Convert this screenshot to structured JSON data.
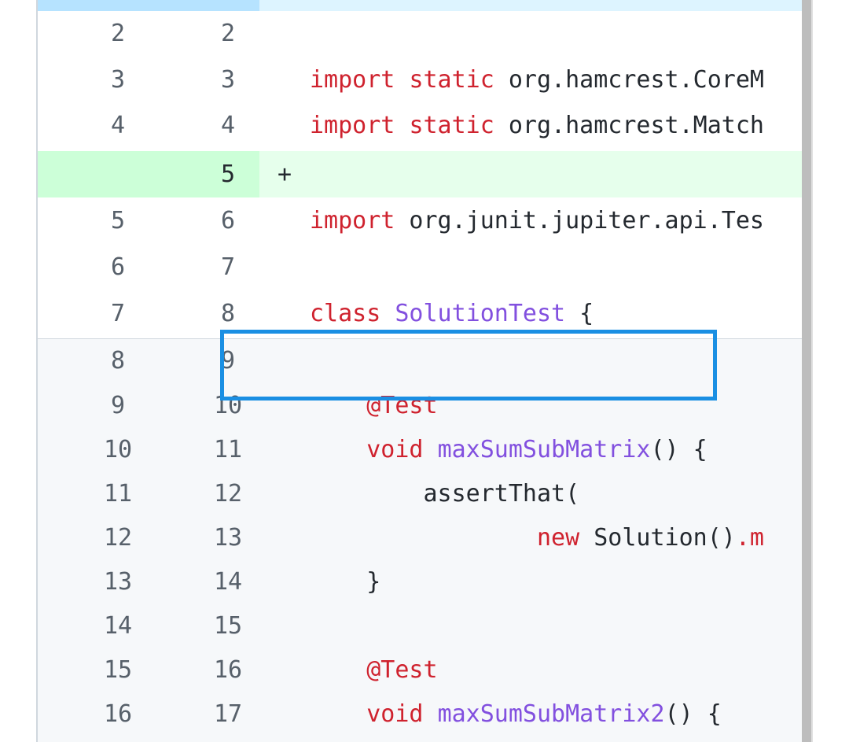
{
  "diff": {
    "rows": [
      {
        "old": "2",
        "new": "2",
        "sign": "",
        "type": "context",
        "tokens": []
      },
      {
        "old": "3",
        "new": "3",
        "sign": "",
        "type": "context",
        "tokens": [
          {
            "t": "import",
            "c": "kw"
          },
          {
            "t": " ",
            "c": "tx"
          },
          {
            "t": "static",
            "c": "kw"
          },
          {
            "t": " org.hamcrest.CoreM",
            "c": "tx"
          }
        ]
      },
      {
        "old": "4",
        "new": "4",
        "sign": "",
        "type": "context",
        "tokens": [
          {
            "t": "import",
            "c": "kw"
          },
          {
            "t": " ",
            "c": "tx"
          },
          {
            "t": "static",
            "c": "kw"
          },
          {
            "t": " org.hamcrest.Match",
            "c": "tx"
          }
        ]
      },
      {
        "old": "",
        "new": "5",
        "sign": "+",
        "type": "added",
        "tokens": []
      },
      {
        "old": "5",
        "new": "6",
        "sign": "",
        "type": "context",
        "tokens": [
          {
            "t": "import",
            "c": "kw"
          },
          {
            "t": " org.junit.jupiter.api.Tes",
            "c": "tx"
          }
        ]
      },
      {
        "old": "6",
        "new": "7",
        "sign": "",
        "type": "context",
        "tokens": []
      },
      {
        "old": "7",
        "new": "8",
        "sign": "",
        "type": "context",
        "tokens": [
          {
            "t": "class",
            "c": "kw"
          },
          {
            "t": " ",
            "c": "tx"
          },
          {
            "t": "SolutionTest",
            "c": "fn"
          },
          {
            "t": " {",
            "c": "tx"
          }
        ]
      },
      {
        "old": "8",
        "new": "9",
        "sign": "",
        "type": "expanded",
        "tokens": []
      },
      {
        "old": "9",
        "new": "10",
        "sign": "",
        "type": "expanded",
        "tokens": [
          {
            "t": "    ",
            "c": "tx"
          },
          {
            "t": "@Test",
            "c": "kw"
          }
        ]
      },
      {
        "old": "10",
        "new": "11",
        "sign": "",
        "type": "expanded",
        "tokens": [
          {
            "t": "    ",
            "c": "tx"
          },
          {
            "t": "void",
            "c": "kw"
          },
          {
            "t": " ",
            "c": "tx"
          },
          {
            "t": "maxSumSubMatrix",
            "c": "fn"
          },
          {
            "t": "() {",
            "c": "tx"
          }
        ]
      },
      {
        "old": "11",
        "new": "12",
        "sign": "",
        "type": "expanded",
        "tokens": [
          {
            "t": "        assertThat(",
            "c": "tx"
          }
        ]
      },
      {
        "old": "12",
        "new": "13",
        "sign": "",
        "type": "expanded",
        "tokens": [
          {
            "t": "                ",
            "c": "tx"
          },
          {
            "t": "new",
            "c": "kw"
          },
          {
            "t": " Solution()",
            "c": "tx"
          },
          {
            "t": ".m",
            "c": "kw"
          }
        ]
      },
      {
        "old": "13",
        "new": "14",
        "sign": "",
        "type": "expanded",
        "tokens": [
          {
            "t": "    }",
            "c": "tx"
          }
        ]
      },
      {
        "old": "14",
        "new": "15",
        "sign": "",
        "type": "expanded",
        "tokens": []
      },
      {
        "old": "15",
        "new": "16",
        "sign": "",
        "type": "expanded",
        "tokens": [
          {
            "t": "    ",
            "c": "tx"
          },
          {
            "t": "@Test",
            "c": "kw"
          }
        ]
      },
      {
        "old": "16",
        "new": "17",
        "sign": "",
        "type": "expanded",
        "tokens": [
          {
            "t": "    ",
            "c": "tx"
          },
          {
            "t": "void",
            "c": "kw"
          },
          {
            "t": " ",
            "c": "tx"
          },
          {
            "t": "maxSumSubMatrix2",
            "c": "fn"
          },
          {
            "t": "() {",
            "c": "tx"
          }
        ]
      }
    ]
  },
  "colors": {
    "keyword": "#cf222e",
    "function": "#8250df",
    "added_bg": "#e6ffec",
    "added_gutter": "#ccffd8",
    "hunk_bg": "#ddf4ff",
    "highlight": "#1a8fe3"
  }
}
